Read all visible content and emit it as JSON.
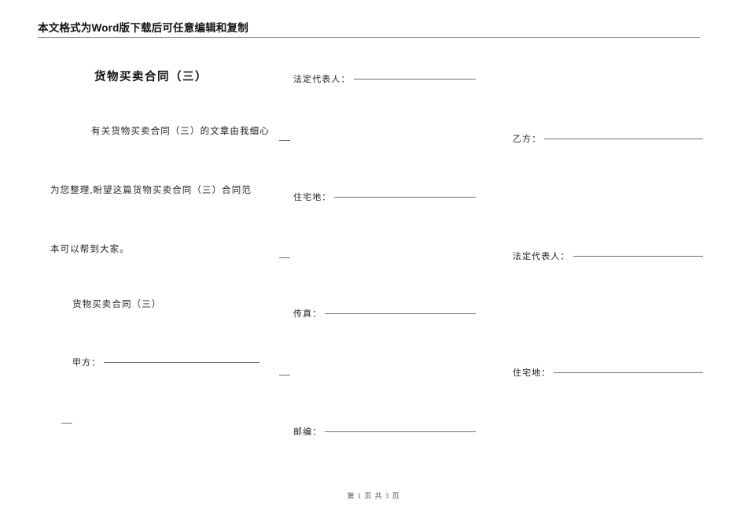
{
  "header": {
    "notice": "本文格式为Word版下载后可任意编辑和复制"
  },
  "document": {
    "title": "货物买卖合同（三）",
    "intro_line_1": "有关货物买卖合同（三）的文章由我细心",
    "intro_line_2": "为您整理,盼望这篇货物买卖合同（三）合同范",
    "intro_line_3": "本可以帮到大家。",
    "section_title": "货物买卖合同（三）"
  },
  "fields": {
    "party_a_label": "甲方：",
    "party_b_label": "乙方：",
    "legal_rep_label": "法定代表人：",
    "address_label": "住宅地：",
    "fax_label": "传真：",
    "postcode_label": "邮编：",
    "legal_rep_label_2": "法定代表人：",
    "address_label_2": "住宅地："
  },
  "footer": {
    "page_text": "第 1 页 共 3 页"
  },
  "colors": {
    "text": "#1a1a1a",
    "rule": "#8a8a8a",
    "field_rule": "#6f6f6f",
    "footer_text": "#555555",
    "background": "#ffffff"
  }
}
